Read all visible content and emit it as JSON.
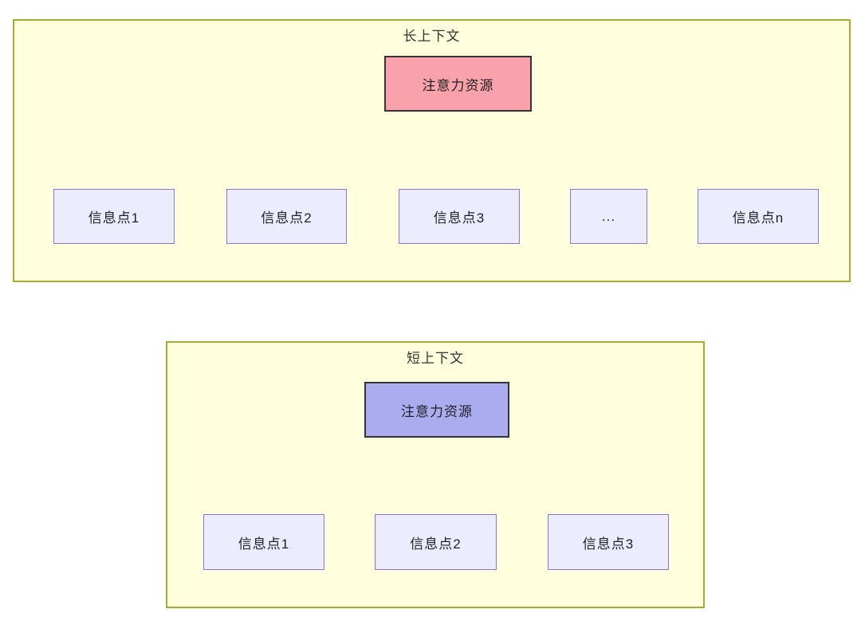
{
  "diagram": {
    "type": "flowchart",
    "edge_color": "#333333",
    "canvas_background": "#ffffff",
    "panels": [
      {
        "title": "长上下文",
        "fill": "#ffffde",
        "stroke": "#aaaa33",
        "source": {
          "label": "注意力资源",
          "fill": "#f9a2ac",
          "stroke": "#333333"
        },
        "targets": [
          {
            "label": "信息点1"
          },
          {
            "label": "信息点2"
          },
          {
            "label": "信息点3"
          },
          {
            "label": "..."
          },
          {
            "label": "信息点n"
          }
        ],
        "target_fill": "#ececff",
        "target_stroke": "#9370db"
      },
      {
        "title": "短上下文",
        "fill": "#ffffde",
        "stroke": "#aaaa33",
        "source": {
          "label": "注意力资源",
          "fill": "#ababef",
          "stroke": "#333333"
        },
        "targets": [
          {
            "label": "信息点1"
          },
          {
            "label": "信息点2"
          },
          {
            "label": "信息点3"
          }
        ],
        "target_fill": "#ececff",
        "target_stroke": "#9370db"
      }
    ]
  }
}
